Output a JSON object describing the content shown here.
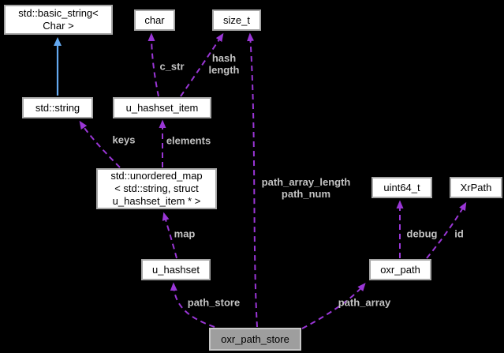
{
  "diagram": {
    "type": "collaboration-graph",
    "colors": {
      "background": "#000000",
      "node_fill": "#ffffff",
      "node_border": "#a6a6a6",
      "node_text": "#000000",
      "highlighted_node_fill": "#9e9e9e",
      "dependency_edge": "#9a36d6",
      "inheritance_edge": "#64a9f0",
      "edge_label_text": "#c3c3c3"
    },
    "nodes": {
      "basic_string": {
        "label": "std::basic_string<\nChar >"
      },
      "char_type": {
        "label": "char"
      },
      "size_t_type": {
        "label": "size_t"
      },
      "std_string": {
        "label": "std::string"
      },
      "u_hashset_item": {
        "label": "u_hashset_item"
      },
      "unordered_map": {
        "label": "std::unordered_map\n< std::string, struct\nu_hashset_item * >"
      },
      "uint64_t_type": {
        "label": "uint64_t"
      },
      "xrpath": {
        "label": "XrPath"
      },
      "u_hashset": {
        "label": "u_hashset"
      },
      "oxr_path": {
        "label": "oxr_path"
      },
      "oxr_path_store": {
        "label": "oxr_path_store"
      }
    },
    "edge_labels": {
      "c_str": "c_str",
      "hash_length": "hash\nlength",
      "keys": "keys",
      "elements": "elements",
      "map": "map",
      "path_array_length": "path_array_length\npath_num",
      "debug": "debug",
      "id": "id",
      "path_store": "path_store",
      "path_array": "path_array"
    }
  }
}
